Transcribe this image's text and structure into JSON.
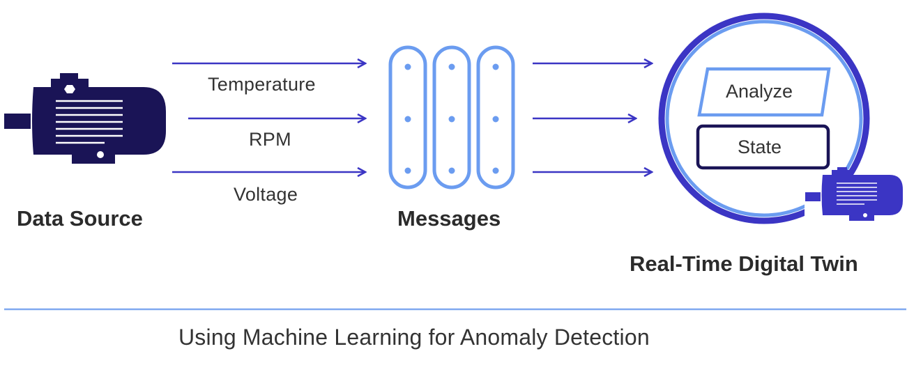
{
  "flows": {
    "temperature": "Temperature",
    "rpm": "RPM",
    "voltage": "Voltage"
  },
  "sections": {
    "data_source": "Data Source",
    "messages": "Messages",
    "digital_twin": "Real-Time Digital Twin"
  },
  "twin_boxes": {
    "analyze": "Analyze",
    "state": "State"
  },
  "caption": "Using Machine Learning for Anomaly Detection",
  "colors": {
    "navy": "#1a1456",
    "indigo": "#3b35c4",
    "light_blue": "#6b9cf0",
    "divider": "#7fa8f0",
    "text": "#333333"
  },
  "icons": [
    "motor-icon",
    "message-queue-icon",
    "arrow-right-icon"
  ]
}
